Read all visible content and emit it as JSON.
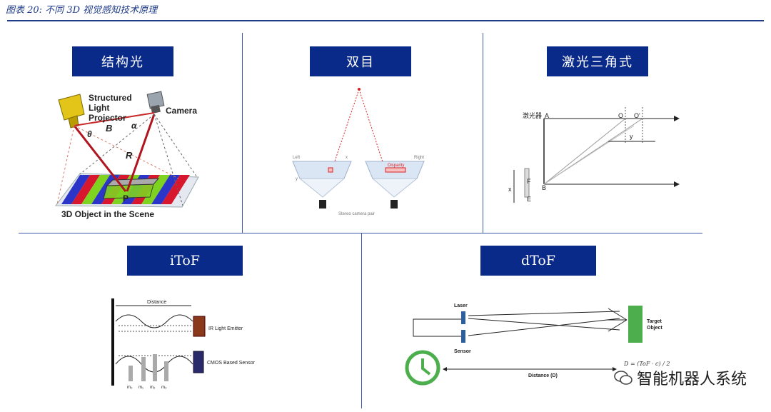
{
  "caption": "图表 20:  不同 3D 视觉感知技术原理",
  "panels": {
    "structured_light": {
      "title": "结构光",
      "projector": [
        "Structured",
        "Light",
        "Projector"
      ],
      "camera": "Camera",
      "theta": "θ",
      "B": "B",
      "alpha": "α",
      "R": "R",
      "P": "P",
      "scene": "3D Object in the Scene"
    },
    "binocular": {
      "title": "双目",
      "left": "Left",
      "right": "Right",
      "x": "x",
      "y": "y",
      "disparity": "Disparity",
      "pair": "Stereo camera pair"
    },
    "laser_tri": {
      "title": "激光三角式",
      "laser": "激光器",
      "A": "A",
      "O": "O",
      "O2": "O'",
      "y": "y",
      "F": "F",
      "B": "B",
      "x": "x",
      "E": "E"
    },
    "itof": {
      "title": "iToF",
      "distance": "Distance",
      "emitter": "IR Light Emitter",
      "sensor": "CMOS Based Sensor",
      "m0": "m₀",
      "m1": "m₁",
      "m2": "m₂",
      "m3": "m₃"
    },
    "dtof": {
      "title": "dToF",
      "laser": "Laser",
      "sensor": "Sensor",
      "target1": "Target",
      "target2": "Object",
      "distance": "Distance (D)",
      "formula": "D = (ToF · c) / 2"
    }
  },
  "watermark": "智能机器人系统",
  "colors": {
    "header": "#0a2a8a",
    "divider": "#3e5aa8"
  }
}
